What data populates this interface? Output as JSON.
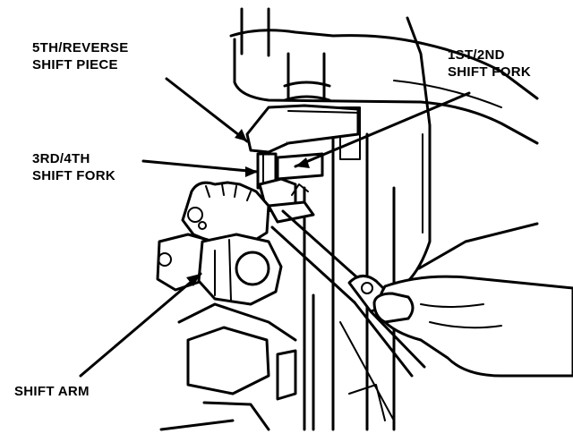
{
  "labels": {
    "fifth_reverse": [
      "5TH/REVERSE",
      "SHIFT PIECE"
    ],
    "first_second": [
      "1ST/2ND",
      "SHIFT FORK"
    ],
    "third_fourth": [
      "3RD/4TH",
      "SHIFT FORK"
    ],
    "shift_arm": "SHIFT ARM"
  },
  "colors": {
    "ink": "#000000",
    "paper": "#ffffff"
  }
}
